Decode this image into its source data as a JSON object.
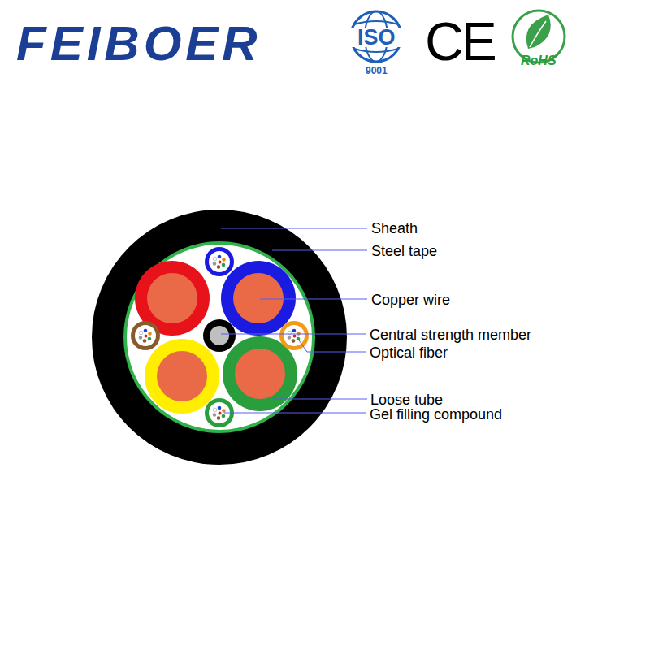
{
  "diagram": {
    "labels": [
      "FEIBOER",
      "ISO",
      "9001",
      "CE",
      "RoHS",
      "Sheath",
      "Steel tape",
      "Copper wire",
      "Central strength member",
      "Optical fiber",
      "Loose tube",
      "Gel filling compound"
    ]
  }
}
